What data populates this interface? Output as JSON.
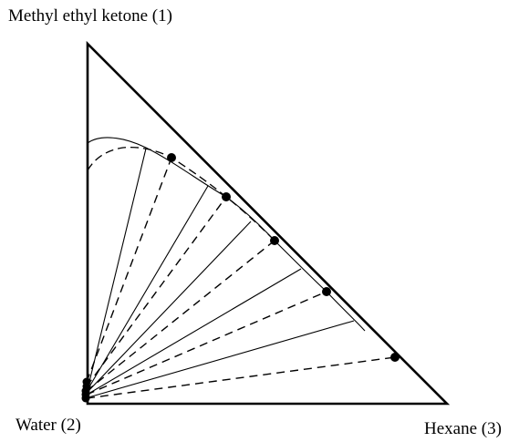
{
  "vertices": {
    "top": "Methyl ethyl ketone (1)",
    "left": "Water (2)",
    "right": "Hexane (3)"
  },
  "colors": {
    "ink": "#000000",
    "background": "#ffffff"
  }
}
